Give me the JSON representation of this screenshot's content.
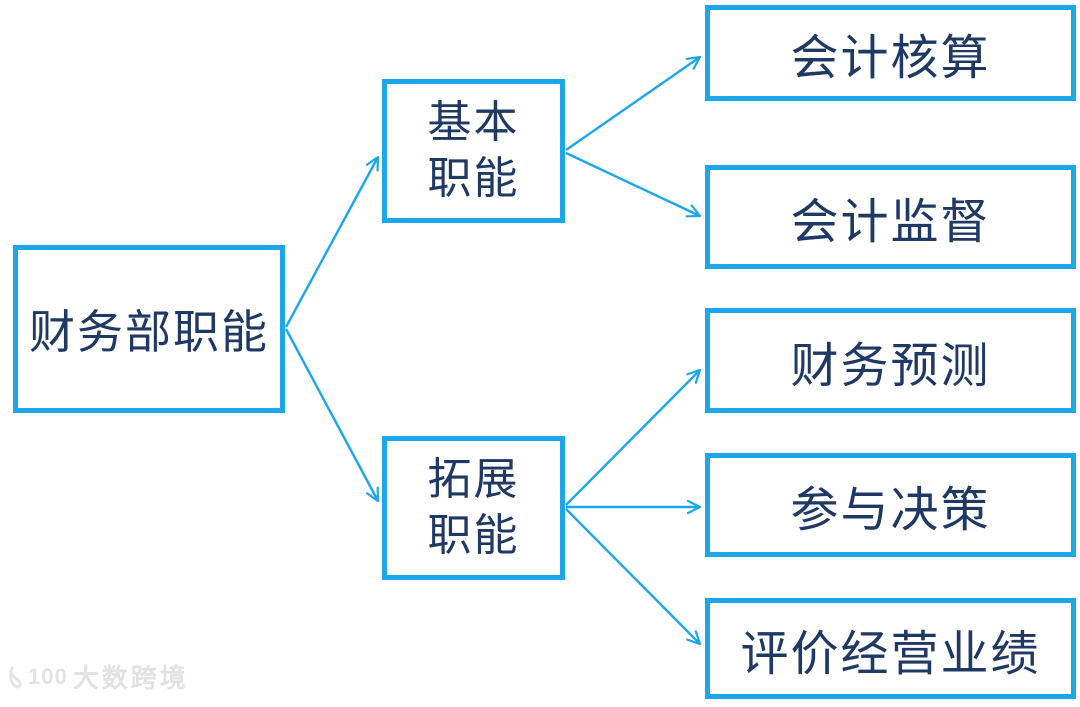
{
  "diagram": {
    "type": "flowchart",
    "direction": "left-to-right",
    "root": {
      "label": "财务部职能"
    },
    "branches": [
      {
        "label": "基本\n职能",
        "children": [
          {
            "label": "会计核算"
          },
          {
            "label": "会计监督"
          }
        ]
      },
      {
        "label": "拓展\n职能",
        "children": [
          {
            "label": "财务预测"
          },
          {
            "label": "参与决策"
          },
          {
            "label": "评价经营业绩"
          }
        ]
      }
    ]
  },
  "colors": {
    "accent_cyan": "#1ba7e9",
    "text_navy": "#1f3864",
    "background": "#ffffff",
    "watermark_gray": "#e4e4e4"
  },
  "watermark": {
    "logo": "100",
    "text": "大数跨境"
  }
}
